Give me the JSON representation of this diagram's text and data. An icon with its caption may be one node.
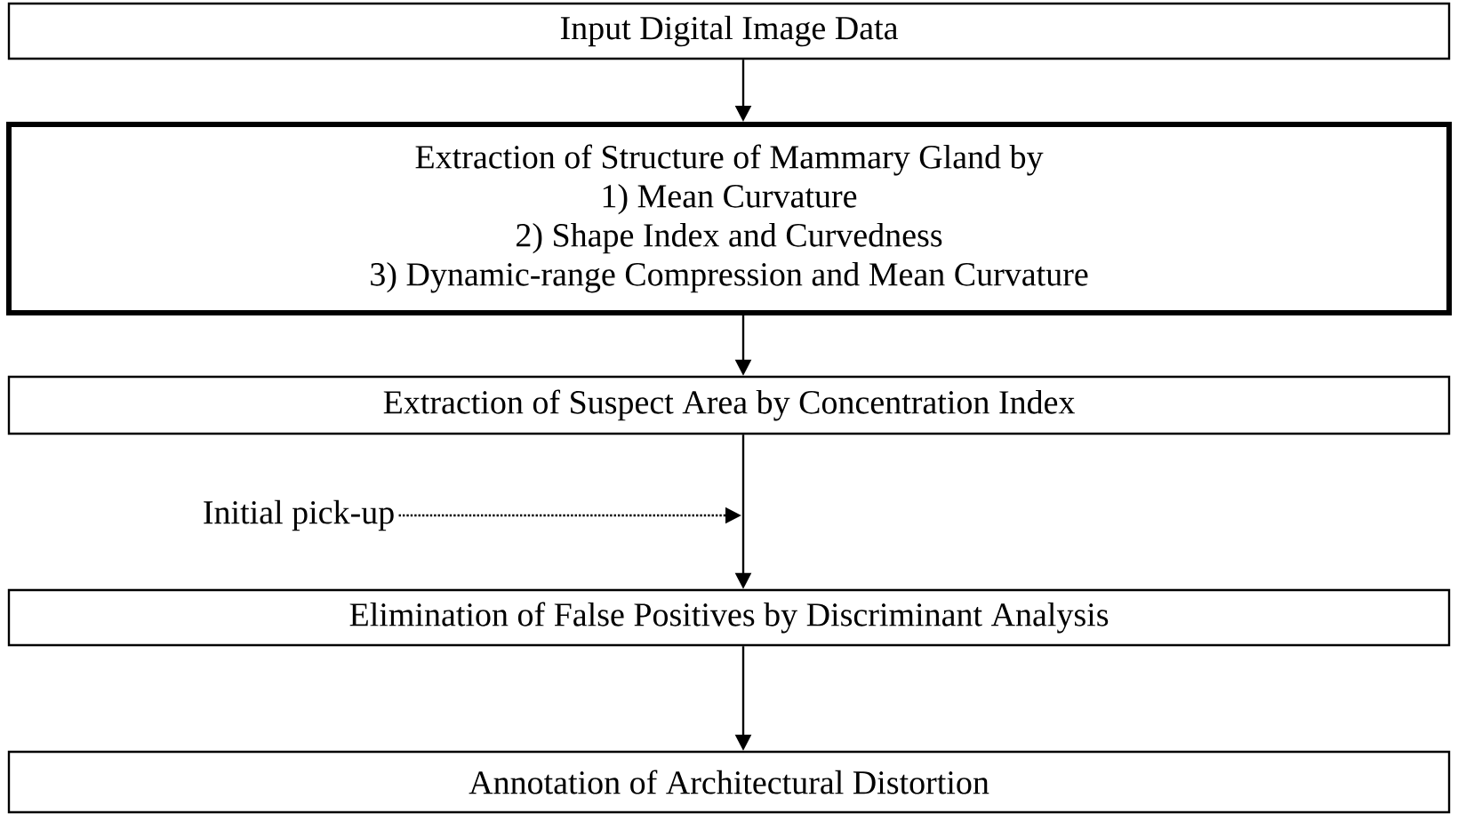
{
  "diagram": {
    "nodes": [
      {
        "text": [
          "Input Digital Image Data"
        ]
      },
      {
        "text": [
          "Extraction of Structure of Mammary Gland by",
          "1) Mean Curvature",
          "2) Shape Index and Curvedness",
          "3) Dynamic-range Compression and Mean Curvature"
        ]
      },
      {
        "text": [
          "Extraction of Suspect Area by Concentration Index"
        ]
      },
      {
        "text": [
          "Initial pick-up"
        ]
      },
      {
        "text": [
          "Elimination of False Positives by Discriminant Analysis"
        ]
      },
      {
        "text": [
          "Annotation of Architectural Distortion"
        ]
      }
    ],
    "edges": [
      {
        "from": 0,
        "to": 1,
        "arrow": "to"
      },
      {
        "from": 1,
        "to": 2,
        "arrow": "to"
      },
      {
        "from": 3,
        "to": null,
        "arrow": "to",
        "style": "dashed"
      },
      {
        "from": 2,
        "to": 4,
        "arrow": "to"
      },
      {
        "from": 4,
        "to": 5,
        "arrow": "to"
      }
    ]
  }
}
